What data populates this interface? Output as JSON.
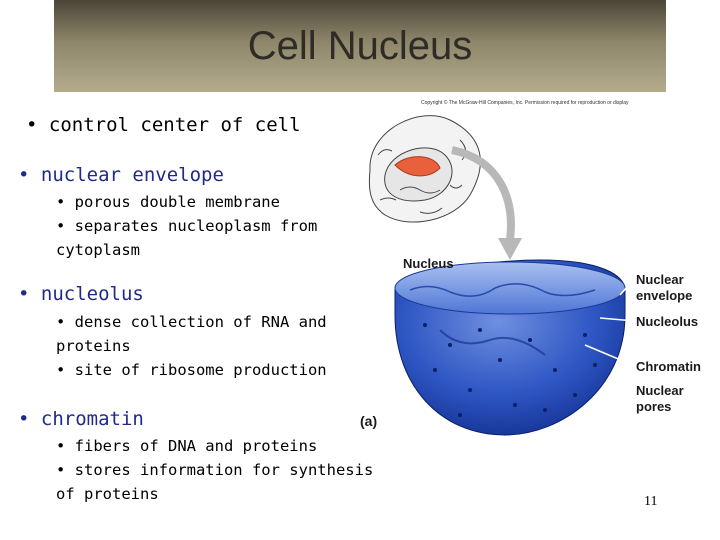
{
  "slide": {
    "title": "Cell Nucleus",
    "page_number": "11"
  },
  "bullets": {
    "intro": "• control center of cell",
    "envelope": {
      "heading": "• nuclear envelope",
      "sub": [
        "• porous double membrane",
        "• separates nucleoplasm from",
        "cytoplasm"
      ]
    },
    "nucleolus": {
      "heading": "• nucleolus",
      "sub": [
        "• dense collection of RNA and",
        "proteins",
        "• site of ribosome production"
      ]
    },
    "chromatin": {
      "heading": "• chromatin",
      "sub": [
        "• fibers of DNA and proteins",
        "• stores information for synthesis",
        "of proteins"
      ]
    }
  },
  "figure": {
    "copyright": "Copyright © The McGraw-Hill Companies, Inc. Permission required for reproduction or display",
    "nucleus_label": "Nucleus",
    "panel_label": "(a)",
    "labels": {
      "nuclear_envelope_1": "Nuclear",
      "nuclear_envelope_2": "envelope",
      "nucleolus": "Nucleolus",
      "chromatin": "Chromatin",
      "nuclear_pores_1": "Nuclear",
      "nuclear_pores_2": "pores"
    }
  }
}
